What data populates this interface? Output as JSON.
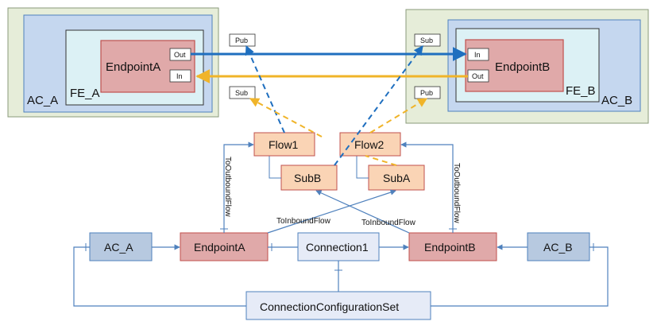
{
  "top": {
    "left": {
      "outer_label": "AC_A",
      "inner_label": "FE_A",
      "endpoint_label": "EndpointA",
      "port_out": "Out",
      "port_in": "In",
      "pub_label": "Pub",
      "sub_label": "Sub"
    },
    "right": {
      "outer_label": "AC_B",
      "inner_label": "FE_B",
      "endpoint_label": "EndpointB",
      "port_in": "In",
      "port_out": "Out",
      "sub_label": "Sub",
      "pub_label": "Pub"
    }
  },
  "model": {
    "flow1": "Flow1",
    "flow2": "Flow2",
    "subB": "SubB",
    "subA": "SubA",
    "ac_a": "AC_A",
    "endpointA": "EndpointA",
    "connection": "Connection1",
    "endpointB": "EndpointB",
    "ac_b": "AC_B",
    "config_set": "ConnectionConfigurationSet",
    "to_outbound_left": "ToOutboundFlow",
    "to_outbound_right": "ToOutboundFlow",
    "to_inbound_left": "ToInboundFlow",
    "to_inbound_right": "ToInboundFlow"
  },
  "colors": {
    "blue_link": "#1f6fbf",
    "orange_link": "#f0b429",
    "container_green": "#e6edd9",
    "container_blue": "#c5d7ef",
    "container_cyan": "#dcf1f5",
    "endpoint_fill": "#e0a9a9",
    "endpoint_border": "#c0504d",
    "flow_fill": "#fad4b5",
    "ac_fill": "#b7c9e0",
    "connection_fill": "#e6ebf7"
  }
}
